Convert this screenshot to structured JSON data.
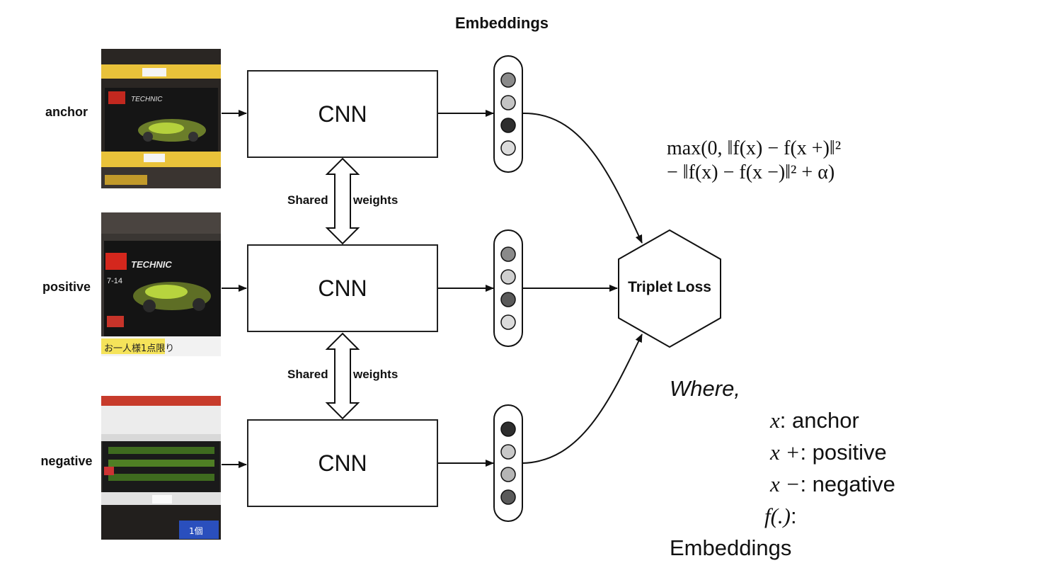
{
  "embeddings_title": "Embeddings",
  "rows": [
    {
      "label": "anchor",
      "cnn": "CNN"
    },
    {
      "label": "positive",
      "cnn": "CNN"
    },
    {
      "label": "negative",
      "cnn": "CNN"
    }
  ],
  "shared_weights": [
    {
      "left": "Shared",
      "right": "weights"
    },
    {
      "left": "Shared",
      "right": "weights"
    }
  ],
  "photos": [
    {
      "box_text": "TECHNIC",
      "label_text": "",
      "price": ""
    },
    {
      "box_text": "TECHNIC",
      "label_text": "お一人様1点限り",
      "price": "7-14"
    },
    {
      "box_text": "",
      "label_text": "",
      "price": "1個"
    }
  ],
  "embeddings": [
    {
      "cells": [
        "#8a8a8a",
        "#c4c4c4",
        "#2e2e2e",
        "#dcdcdc"
      ]
    },
    {
      "cells": [
        "#8a8a8a",
        "#cfcfcf",
        "#5a5a5a",
        "#dcdcdc"
      ]
    },
    {
      "cells": [
        "#2e2e2e",
        "#c8c8c8",
        "#b5b5b5",
        "#5a5a5a"
      ]
    }
  ],
  "loss_label": "Triplet Loss",
  "formula": {
    "line1": "max(0, ‖f(x) − f(x +)‖²",
    "line2": "− ‖f(x) − f(x −)‖² +  α)"
  },
  "where_label": "Where,",
  "definitions": [
    {
      "symbol": "x",
      "text": ": anchor"
    },
    {
      "symbol": "x +",
      "text": ": positive"
    },
    {
      "symbol": "x −",
      "text": ": negative"
    },
    {
      "symbol": "f(.)",
      "text": ":"
    }
  ],
  "definitions_tail": "Embeddings"
}
